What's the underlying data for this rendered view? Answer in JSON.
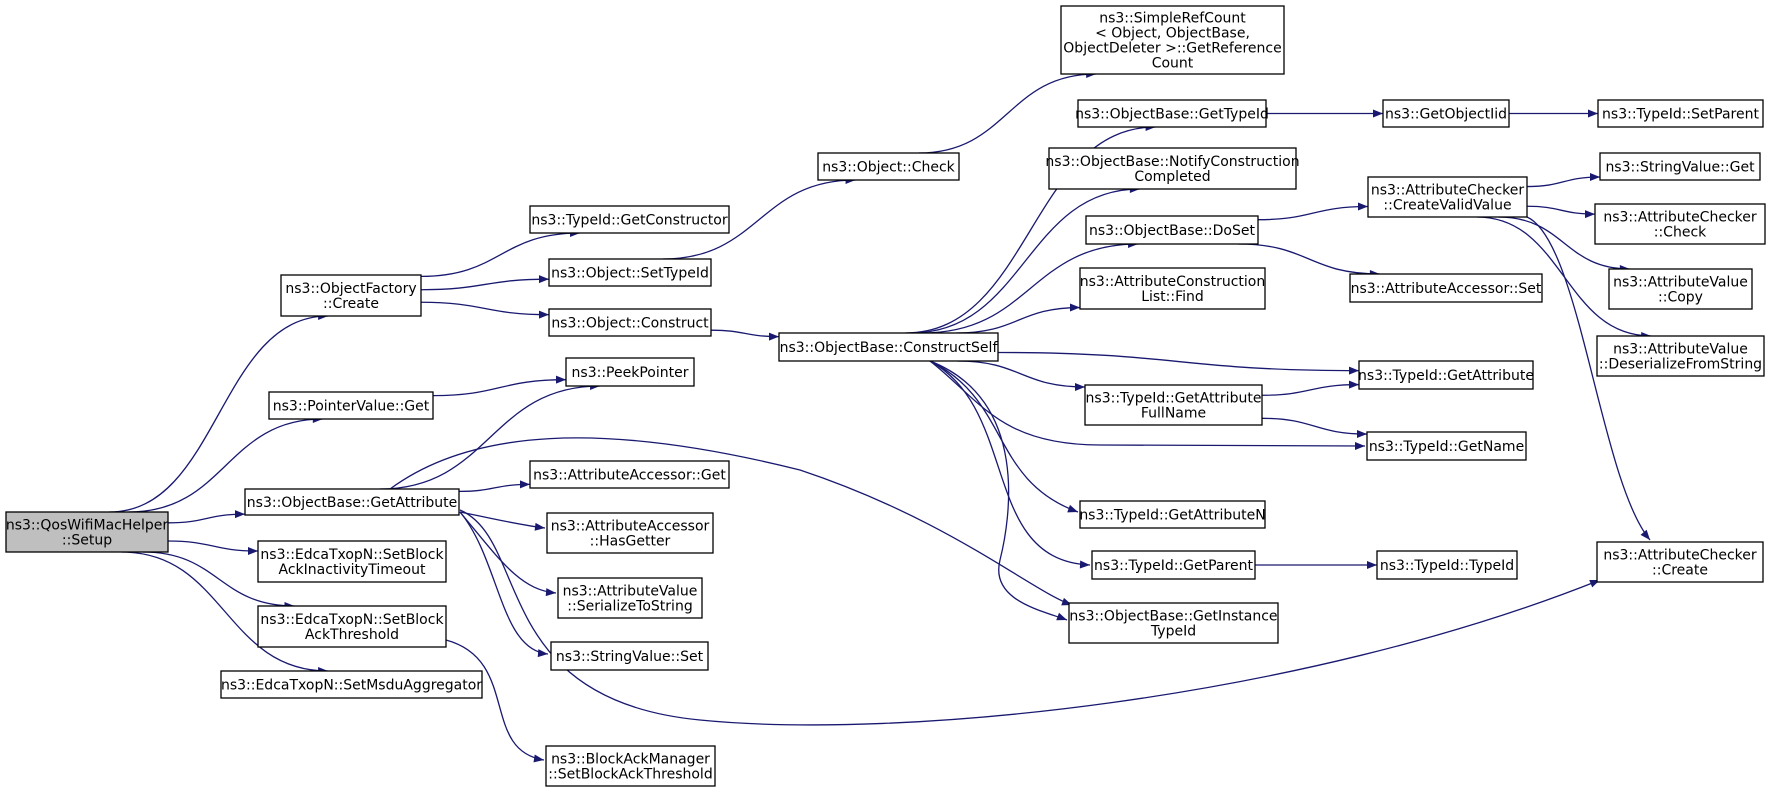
{
  "title": "",
  "edge_color": "#191970",
  "root_fill": "#bfbfbf",
  "nodes": [
    {
      "id": "setup",
      "lines": [
        "ns3::QosWifiMacHelper",
        "::Setup"
      ],
      "root": true
    },
    {
      "id": "factory_create",
      "lines": [
        "ns3::ObjectFactory",
        "::Create"
      ]
    },
    {
      "id": "pointer_get",
      "lines": [
        "ns3::PointerValue::Get"
      ]
    },
    {
      "id": "get_attribute",
      "lines": [
        "ns3::ObjectBase::GetAttribute"
      ]
    },
    {
      "id": "set_block_ack_inactivity",
      "lines": [
        "ns3::EdcaTxopN::SetBlock",
        "AckInactivityTimeout"
      ]
    },
    {
      "id": "set_block_ack_threshold",
      "lines": [
        "ns3::EdcaTxopN::SetBlock",
        "AckThreshold"
      ]
    },
    {
      "id": "set_msdu_aggregator",
      "lines": [
        "ns3::EdcaTxopN::SetMsduAggregator"
      ]
    },
    {
      "id": "get_constructor",
      "lines": [
        "ns3::TypeId::GetConstructor"
      ]
    },
    {
      "id": "object_set_typeid",
      "lines": [
        "ns3::Object::SetTypeId"
      ]
    },
    {
      "id": "object_construct",
      "lines": [
        "ns3::Object::Construct"
      ]
    },
    {
      "id": "peek_pointer",
      "lines": [
        "ns3::PeekPointer"
      ]
    },
    {
      "id": "accessor_get",
      "lines": [
        "ns3::AttributeAccessor::Get"
      ]
    },
    {
      "id": "accessor_has_getter",
      "lines": [
        "ns3::AttributeAccessor",
        "::HasGetter"
      ]
    },
    {
      "id": "value_serialize",
      "lines": [
        "ns3::AttributeValue",
        "::SerializeToString"
      ]
    },
    {
      "id": "string_value_set",
      "lines": [
        "ns3::StringValue::Set"
      ]
    },
    {
      "id": "bam_set_threshold",
      "lines": [
        "ns3::BlockAckManager",
        "::SetBlockAckThreshold"
      ]
    },
    {
      "id": "object_check",
      "lines": [
        "ns3::Object::Check"
      ]
    },
    {
      "id": "construct_self",
      "lines": [
        "ns3::ObjectBase::ConstructSelf"
      ]
    },
    {
      "id": "simple_ref_count",
      "lines": [
        "ns3::SimpleRefCount",
        "< Object, ObjectBase,",
        "ObjectDeleter >::GetReference",
        "Count"
      ]
    },
    {
      "id": "ob_get_typeid",
      "lines": [
        "ns3::ObjectBase::GetTypeId"
      ]
    },
    {
      "id": "ob_notify",
      "lines": [
        "ns3::ObjectBase::NotifyConstruction",
        "Completed"
      ]
    },
    {
      "id": "ob_doset",
      "lines": [
        "ns3::ObjectBase::DoSet"
      ]
    },
    {
      "id": "acl_find",
      "lines": [
        "ns3::AttributeConstruction",
        "List::Find"
      ]
    },
    {
      "id": "tid_get_attr_fullname",
      "lines": [
        "ns3::TypeId::GetAttribute",
        "FullName"
      ]
    },
    {
      "id": "tid_get_attribute_n",
      "lines": [
        "ns3::TypeId::GetAttributeN"
      ]
    },
    {
      "id": "tid_get_parent",
      "lines": [
        "ns3::TypeId::GetParent"
      ]
    },
    {
      "id": "ob_get_instance_typeid",
      "lines": [
        "ns3::ObjectBase::GetInstance",
        "TypeId"
      ]
    },
    {
      "id": "get_object_iid",
      "lines": [
        "ns3::GetObjectIid"
      ]
    },
    {
      "id": "checker_create_valid",
      "lines": [
        "ns3::AttributeChecker",
        "::CreateValidValue"
      ]
    },
    {
      "id": "accessor_set",
      "lines": [
        "ns3::AttributeAccessor::Set"
      ]
    },
    {
      "id": "tid_get_attribute",
      "lines": [
        "ns3::TypeId::GetAttribute"
      ]
    },
    {
      "id": "tid_get_name",
      "lines": [
        "ns3::TypeId::GetName"
      ]
    },
    {
      "id": "tid_typeid",
      "lines": [
        "ns3::TypeId::TypeId"
      ]
    },
    {
      "id": "tid_set_parent",
      "lines": [
        "ns3::TypeId::SetParent"
      ]
    },
    {
      "id": "string_value_get",
      "lines": [
        "ns3::StringValue::Get"
      ]
    },
    {
      "id": "checker_check",
      "lines": [
        "ns3::AttributeChecker",
        "::Check"
      ]
    },
    {
      "id": "value_copy",
      "lines": [
        "ns3::AttributeValue",
        "::Copy"
      ]
    },
    {
      "id": "value_deserialize",
      "lines": [
        "ns3::AttributeValue",
        "::DeserializeFromString"
      ]
    },
    {
      "id": "checker_create",
      "lines": [
        "ns3::AttributeChecker",
        "::Create"
      ]
    }
  ],
  "edges": [
    [
      "setup",
      "factory_create"
    ],
    [
      "setup",
      "pointer_get"
    ],
    [
      "setup",
      "get_attribute"
    ],
    [
      "setup",
      "set_block_ack_inactivity"
    ],
    [
      "setup",
      "set_block_ack_threshold"
    ],
    [
      "setup",
      "set_msdu_aggregator"
    ],
    [
      "factory_create",
      "get_constructor"
    ],
    [
      "factory_create",
      "object_set_typeid"
    ],
    [
      "factory_create",
      "object_construct"
    ],
    [
      "pointer_get",
      "peek_pointer"
    ],
    [
      "get_attribute",
      "peek_pointer"
    ],
    [
      "get_attribute",
      "ob_get_instance_typeid"
    ],
    [
      "get_attribute",
      "accessor_get"
    ],
    [
      "get_attribute",
      "accessor_has_getter"
    ],
    [
      "get_attribute",
      "value_serialize"
    ],
    [
      "get_attribute",
      "string_value_set"
    ],
    [
      "get_attribute",
      "checker_create"
    ],
    [
      "set_block_ack_threshold",
      "bam_set_threshold"
    ],
    [
      "object_set_typeid",
      "object_check"
    ],
    [
      "object_check",
      "simple_ref_count"
    ],
    [
      "object_construct",
      "construct_self"
    ],
    [
      "construct_self",
      "ob_get_typeid"
    ],
    [
      "construct_self",
      "ob_notify"
    ],
    [
      "construct_self",
      "ob_doset"
    ],
    [
      "construct_self",
      "acl_find"
    ],
    [
      "construct_self",
      "tid_get_attribute"
    ],
    [
      "construct_self",
      "tid_get_attr_fullname"
    ],
    [
      "construct_self",
      "tid_get_name"
    ],
    [
      "construct_self",
      "tid_get_attribute_n"
    ],
    [
      "construct_self",
      "tid_get_parent"
    ],
    [
      "construct_self",
      "ob_get_instance_typeid"
    ],
    [
      "ob_get_typeid",
      "get_object_iid"
    ],
    [
      "get_object_iid",
      "tid_set_parent"
    ],
    [
      "ob_doset",
      "checker_create_valid"
    ],
    [
      "ob_doset",
      "accessor_set"
    ],
    [
      "tid_get_attr_fullname",
      "tid_get_attribute"
    ],
    [
      "tid_get_attr_fullname",
      "tid_get_name"
    ],
    [
      "tid_get_parent",
      "tid_typeid"
    ],
    [
      "checker_create_valid",
      "string_value_get"
    ],
    [
      "checker_create_valid",
      "checker_check"
    ],
    [
      "checker_create_valid",
      "value_copy"
    ],
    [
      "checker_create_valid",
      "value_deserialize"
    ],
    [
      "checker_create_valid",
      "checker_create"
    ]
  ]
}
